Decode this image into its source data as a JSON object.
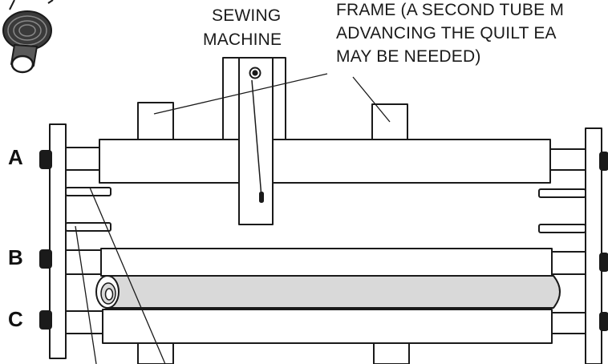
{
  "callouts": {
    "sewing_machine_line1": "SEWING",
    "sewing_machine_line2": "MACHINE",
    "frame_line1": "FRAME (A SECOND TUBE M",
    "frame_line2": "ADVANCING THE QUILT EA",
    "frame_line3": "MAY BE NEEDED)"
  },
  "rail_labels": {
    "a": "A",
    "b": "B",
    "c": "C"
  },
  "colors": {
    "stroke": "#1a1a1a",
    "fill": "#ffffff",
    "quilt": "#d9d9d9",
    "text": "#1a1a1a"
  }
}
